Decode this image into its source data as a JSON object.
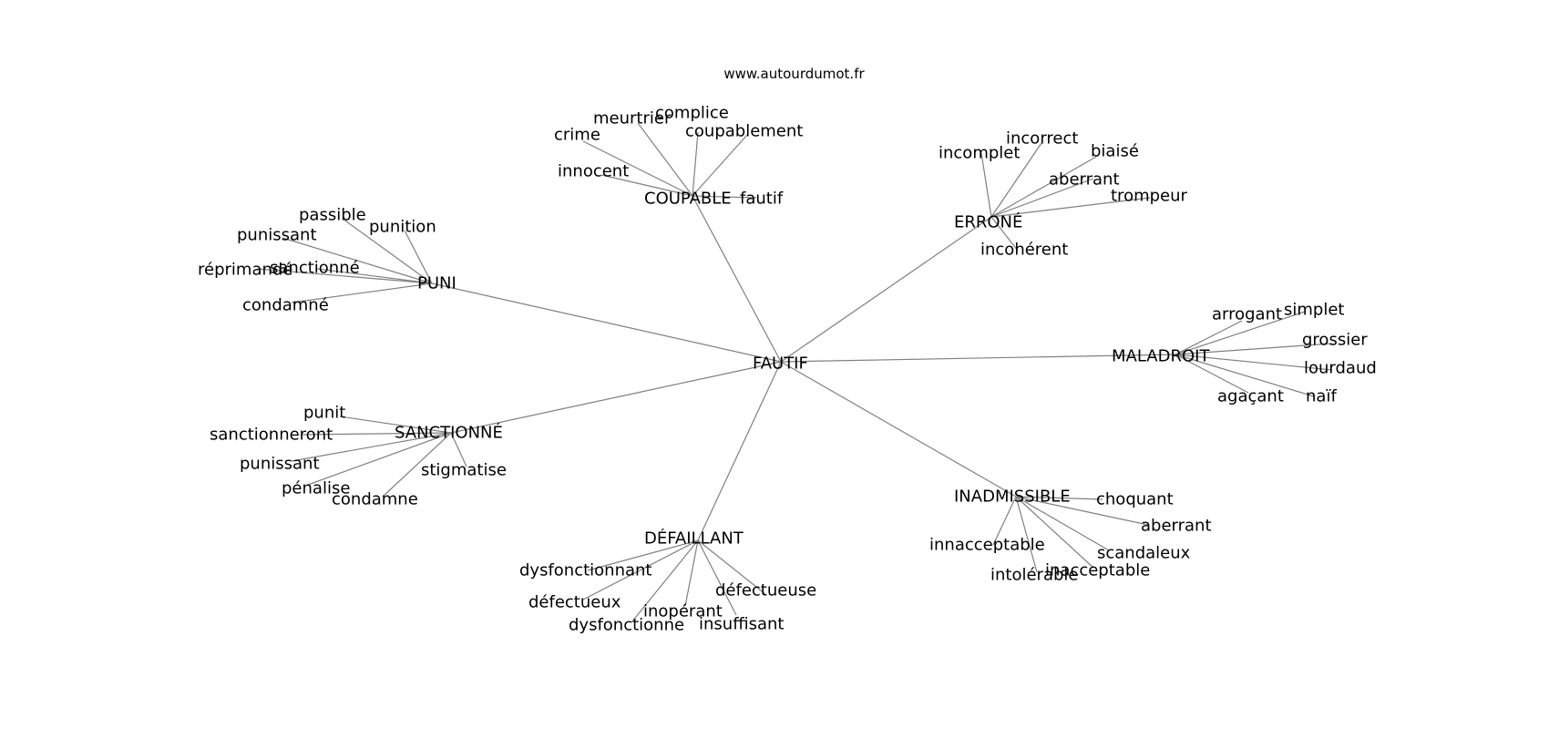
{
  "source": "www.autourdumot.fr",
  "graph": {
    "center": "FAUTIF",
    "clusters": [
      {
        "hub": "COUPABLE",
        "leaves": [
          "crime",
          "meurtrier",
          "complice",
          "coupablement",
          "innocent",
          "fautif"
        ]
      },
      {
        "hub": "ERRONÉ",
        "leaves": [
          "incomplet",
          "incorrect",
          "biaisé",
          "aberrant",
          "trompeur",
          "incohérent"
        ]
      },
      {
        "hub": "PUNI",
        "leaves": [
          "passible",
          "punition",
          "punissant",
          "réprimandé",
          "sanctionné",
          "condamné"
        ]
      },
      {
        "hub": "MALADROIT",
        "leaves": [
          "arrogant",
          "simplet",
          "grossier",
          "lourdaud",
          "agaçant",
          "naïf"
        ]
      },
      {
        "hub": "SANCTIONNÉ",
        "leaves": [
          "punit",
          "sanctionneront",
          "punissant",
          "pénalise",
          "condamne",
          "stigmatise"
        ]
      },
      {
        "hub": "INADMISSIBLE",
        "leaves": [
          "choquant",
          "aberrant",
          "innacceptable",
          "scandaleux",
          "intolérable",
          "inacceptable"
        ]
      },
      {
        "hub": "DÉFAILLANT",
        "leaves": [
          "dysfonctionnant",
          "défectueux",
          "inopérant",
          "dysfonctionne",
          "insuffisant",
          "défectueuse"
        ]
      }
    ]
  }
}
